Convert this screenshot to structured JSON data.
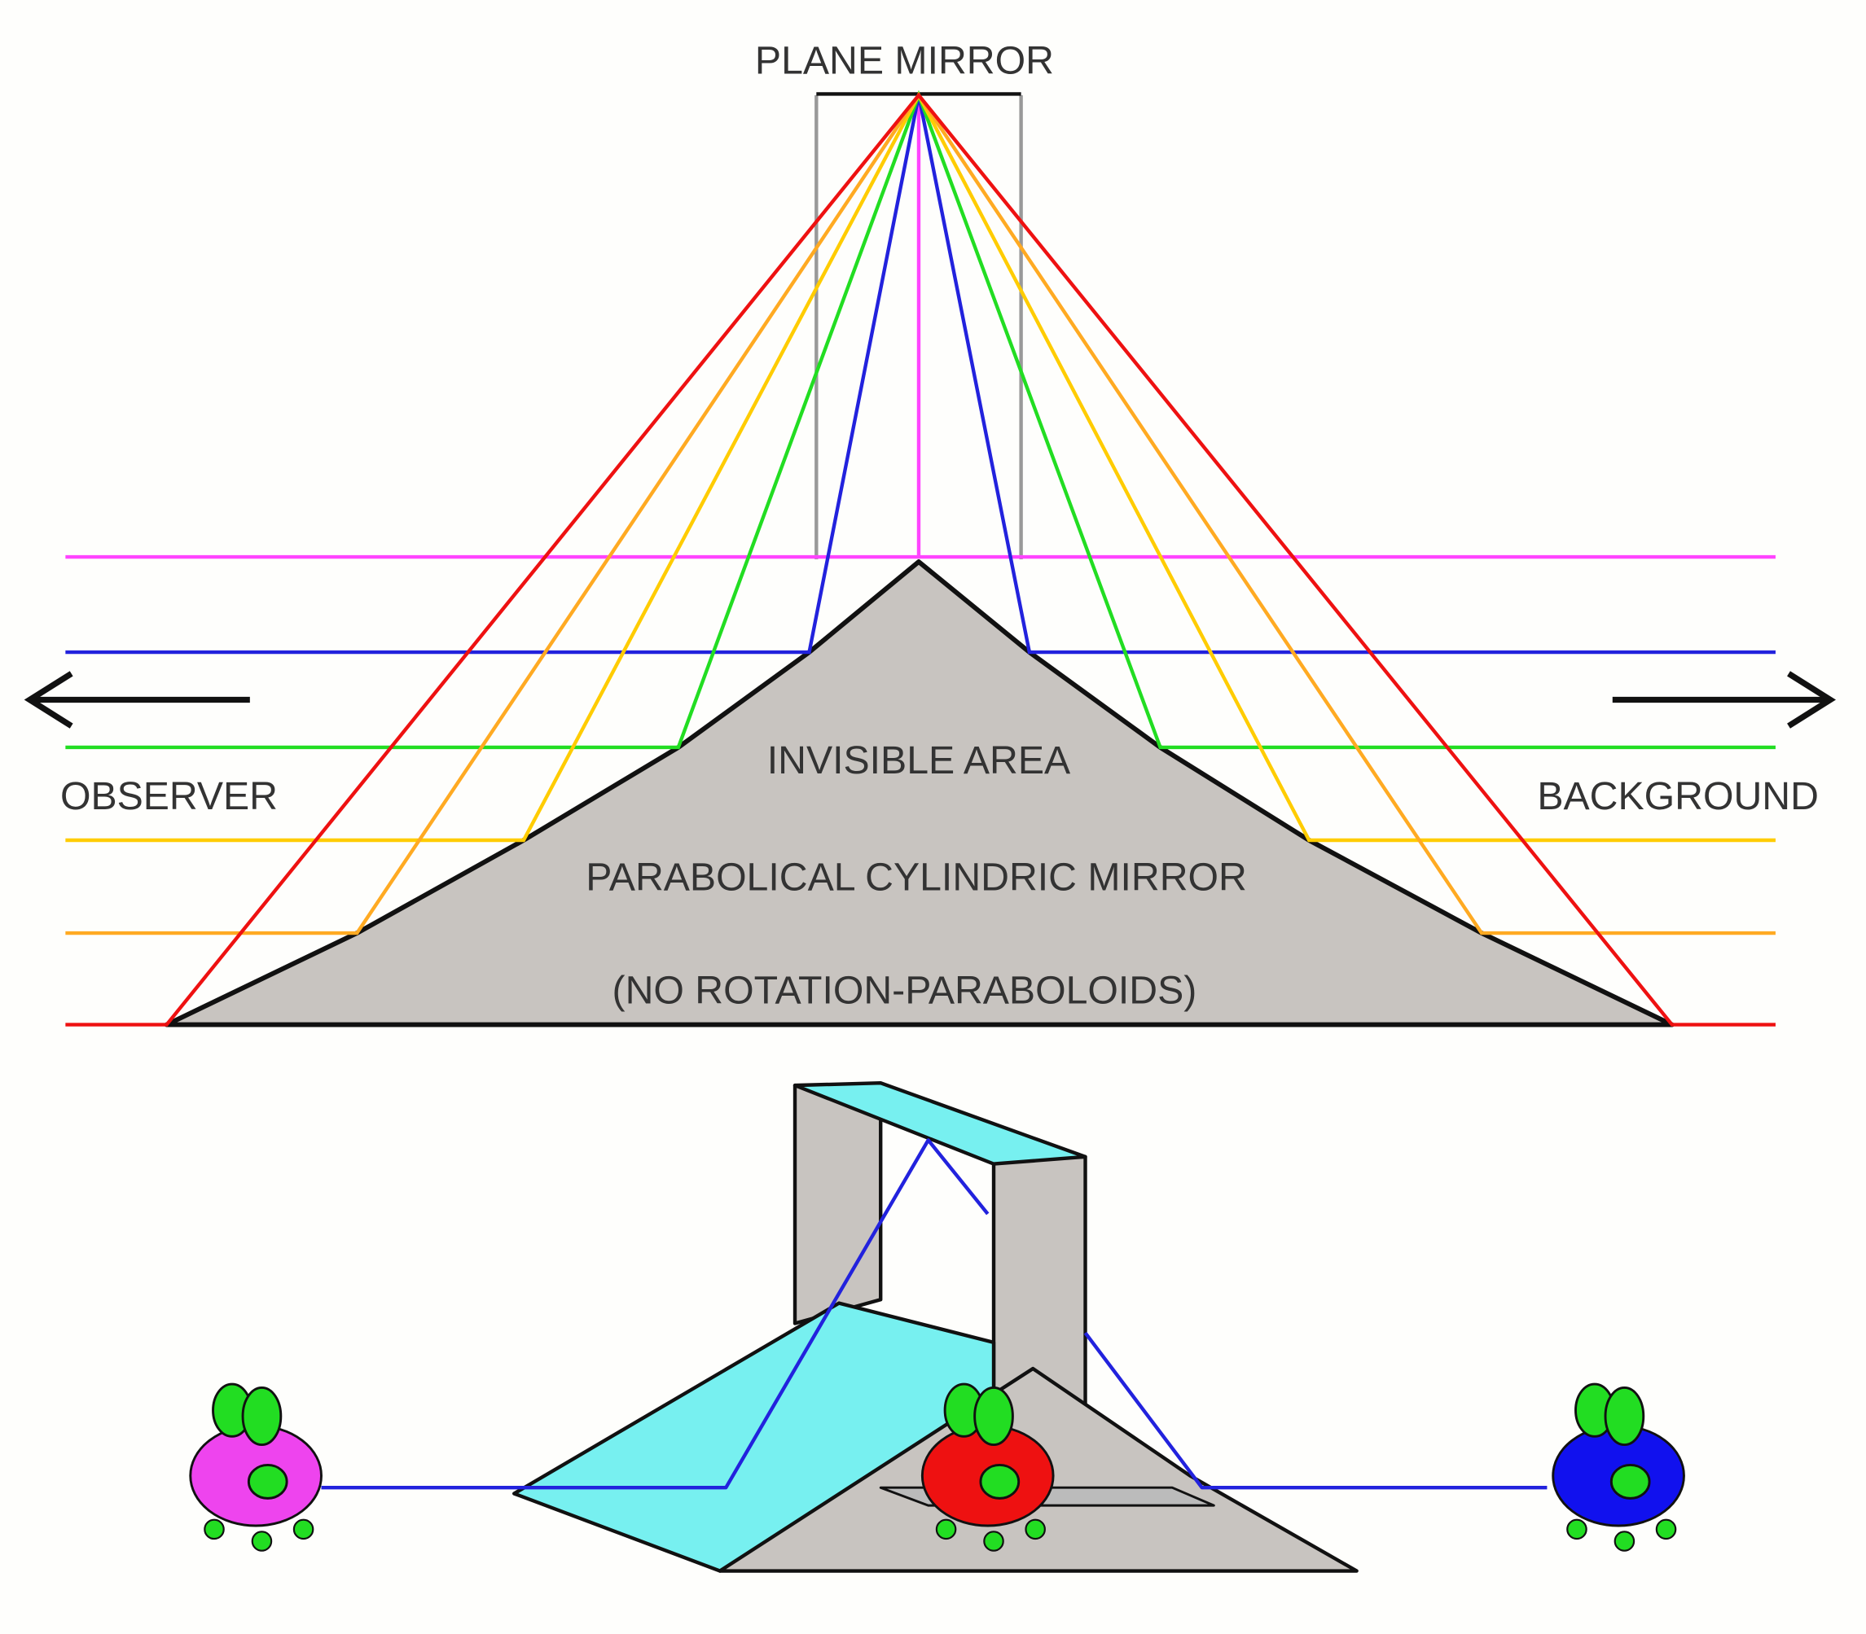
{
  "labels": {
    "plane_mirror": "PLANE MIRROR",
    "observer": "OBSERVER",
    "background": "BACKGROUND",
    "invisible_area": "INVISIBLE AREA",
    "parabolic_mirror": "PARABOLICAL CYLINDRIC MIRROR",
    "note": "(NO ROTATION-PARABOLOIDS)"
  },
  "colors": {
    "magenta": "#ff44ff",
    "blue": "#2222dd",
    "green": "#22dd22",
    "yellow": "#ffcc00",
    "orange": "#ffaa22",
    "red": "#ee1111",
    "mirror_grey": "#c8c4c0",
    "mirror_cyan": "#77f0f0"
  }
}
